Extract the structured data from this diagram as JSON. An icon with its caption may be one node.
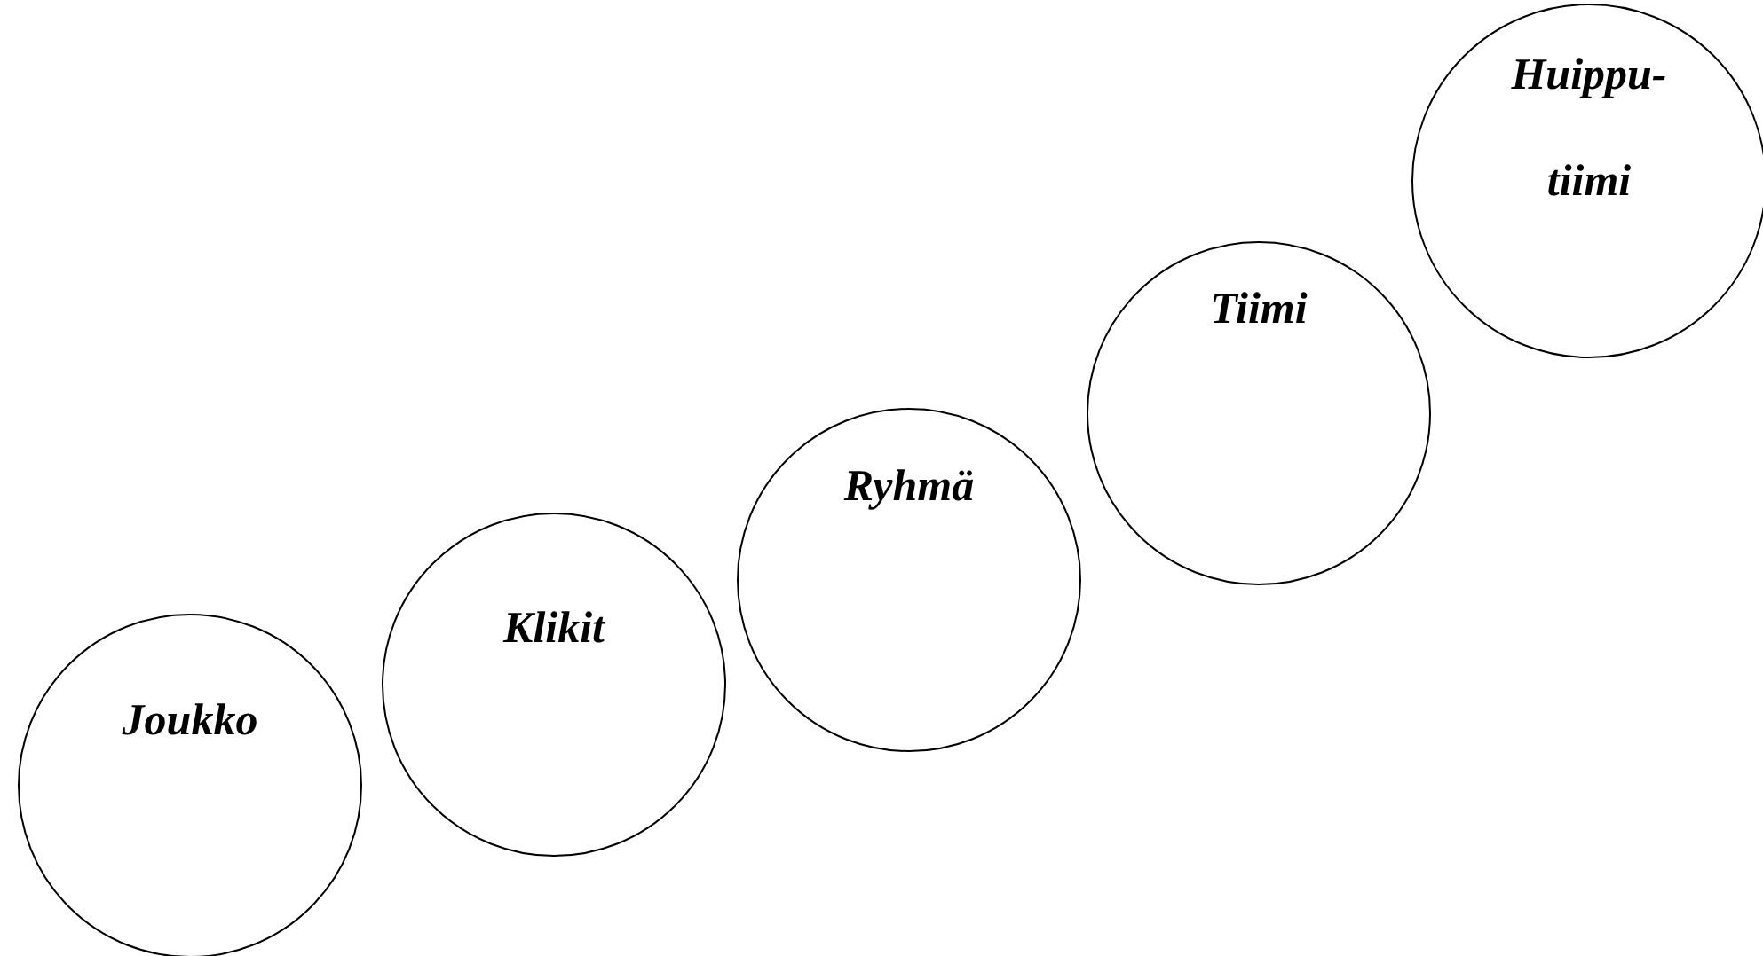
{
  "diagram": {
    "nodes": [
      {
        "text": [
          "Joukko"
        ]
      },
      {
        "text": [
          "Klikit"
        ]
      },
      {
        "text": [
          "Ryhmä"
        ]
      },
      {
        "text": [
          "Tiimi"
        ]
      },
      {
        "text": [
          "Huippu- tiimi"
        ]
      }
    ]
  }
}
